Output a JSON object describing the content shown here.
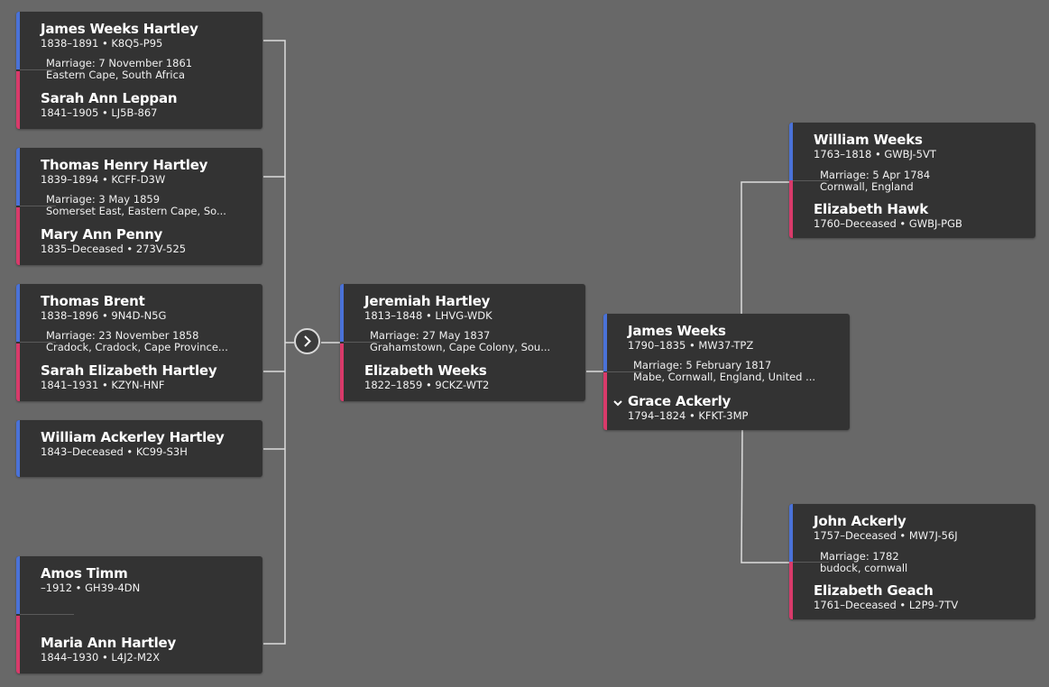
{
  "cards": [
    {
      "id": "c1",
      "male": {
        "name": "James Weeks Hartley",
        "info": "1838–1891 • K8Q5-P95"
      },
      "marriage": {
        "label": "Marriage: 7 November 1861",
        "place": "Eastern Cape, South Africa"
      },
      "female": {
        "name": "Sarah Ann Leppan",
        "info": "1841–1905 • LJ5B-867"
      }
    },
    {
      "id": "c2",
      "male": {
        "name": "Thomas Henry Hartley",
        "info": "1839–1894 • KCFF-D3W"
      },
      "marriage": {
        "label": "Marriage: 3 May 1859",
        "place": "Somerset East, Eastern Cape, So..."
      },
      "female": {
        "name": "Mary Ann Penny",
        "info": "1835–Deceased • 273V-525"
      }
    },
    {
      "id": "c3",
      "male": {
        "name": "Thomas Brent",
        "info": "1838–1896 • 9N4D-N5G"
      },
      "marriage": {
        "label": "Marriage: 23 November 1858",
        "place": "Cradock, Cradock, Cape Province..."
      },
      "female": {
        "name": "Sarah Elizabeth Hartley",
        "info": "1841–1931 • KZYN-HNF"
      }
    },
    {
      "id": "c4",
      "male": {
        "name": "William Ackerley Hartley",
        "info": "1843–Deceased • KC99-S3H"
      }
    },
    {
      "id": "c5",
      "male": {
        "name": "Amos Timm",
        "info": "–1912 • GH39-4DN"
      },
      "female": {
        "name": "Maria Ann Hartley",
        "info": "1844–1930 • L4J2-M2X"
      }
    },
    {
      "id": "c6",
      "male": {
        "name": "Jeremiah Hartley",
        "info": "1813–1848 • LHVG-WDK"
      },
      "marriage": {
        "label": "Marriage: 27 May 1837",
        "place": "Grahamstown, Cape Colony, Sou..."
      },
      "female": {
        "name": "Elizabeth Weeks",
        "info": "1822–1859 • 9CKZ-WT2"
      }
    },
    {
      "id": "c7",
      "male": {
        "name": "James Weeks",
        "info": "1790–1835 • MW37-TPZ"
      },
      "marriage": {
        "label": "Marriage: 5 February 1817",
        "place": "Mabe, Cornwall, England, United ..."
      },
      "female": {
        "name": "Grace Ackerly",
        "info": "1794–1824 • KFKT-3MP"
      }
    },
    {
      "id": "c8",
      "male": {
        "name": "William Weeks",
        "info": "1763–1818 • GWBJ-5VT"
      },
      "marriage": {
        "label": "Marriage: 5 Apr 1784",
        "place": "Cornwall, England"
      },
      "female": {
        "name": "Elizabeth Hawk",
        "info": "1760–Deceased • GWBJ-PGB"
      }
    },
    {
      "id": "c9",
      "male": {
        "name": "John Ackerly",
        "info": "1757–Deceased • MW7J-56J"
      },
      "marriage": {
        "label": "Marriage: 1782",
        "place": "budock, cornwall"
      },
      "female": {
        "name": "Elizabeth Geach",
        "info": "1761–Deceased • L2P9-7TV"
      }
    }
  ],
  "controls": {
    "expand_icon": "chevron-right-icon",
    "collapse_icon": "chevron-down-icon"
  },
  "colors": {
    "background": "#686868",
    "card": "#333333",
    "male_accent": "#4a72d8",
    "female_accent": "#d83a6a",
    "connector": "#dcdcdc"
  }
}
